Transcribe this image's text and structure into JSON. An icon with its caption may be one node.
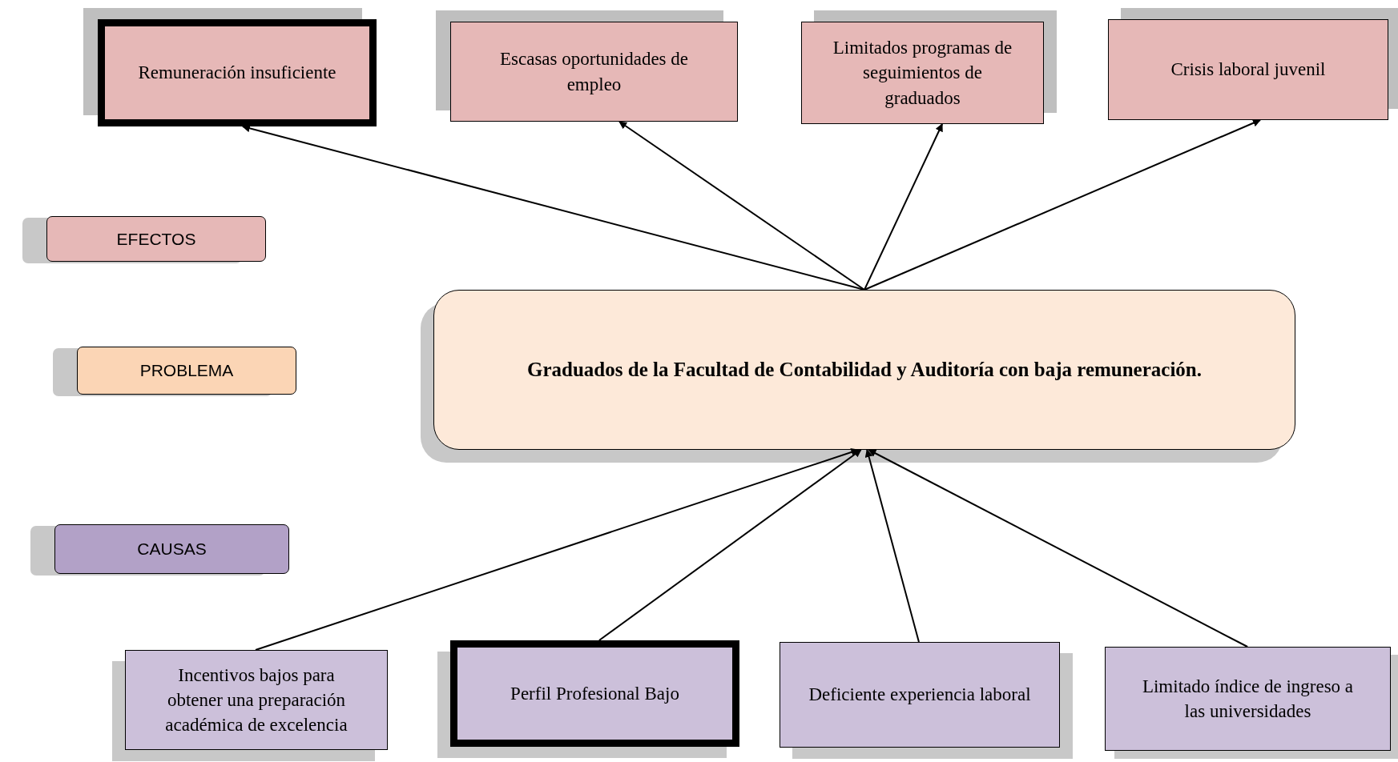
{
  "diagram": {
    "nodes": [
      {
        "text": [
          "Remuneración insuficiente"
        ]
      },
      {
        "text": [
          "Escasas  oportunidades de empleo"
        ]
      },
      {
        "text": [
          "Limitados  programas de seguimientos de graduados"
        ]
      },
      {
        "text": [
          "Crisis laboral juvenil"
        ]
      },
      {
        "text": [
          "EFECTOS"
        ]
      },
      {
        "text": [
          "PROBLEMA"
        ]
      },
      {
        "text": [
          "CAUSAS"
        ]
      },
      {
        "text": [
          "Graduados de la Facultad de Contabilidad y Auditoría  con baja remuneración."
        ]
      },
      {
        "text": [
          "Incentivos bajos para obtener una preparación académica de excelencia"
        ]
      },
      {
        "text": [
          "Perfil Profesional Bajo"
        ]
      },
      {
        "text": [
          "Deficiente experiencia laboral"
        ]
      },
      {
        "text": [
          "Limitado índice de ingreso a las universidades"
        ]
      }
    ],
    "edges": [
      {
        "from": 7,
        "to": 0,
        "arrow": "to"
      },
      {
        "from": 7,
        "to": 1,
        "arrow": "to"
      },
      {
        "from": 7,
        "to": 2,
        "arrow": "to"
      },
      {
        "from": 7,
        "to": 3,
        "arrow": "to"
      },
      {
        "from": 8,
        "to": 7,
        "arrow": "to"
      },
      {
        "from": 9,
        "to": 7,
        "arrow": "to"
      },
      {
        "from": 10,
        "to": 7,
        "arrow": "to"
      },
      {
        "from": 11,
        "to": 7,
        "arrow": "to"
      }
    ]
  }
}
